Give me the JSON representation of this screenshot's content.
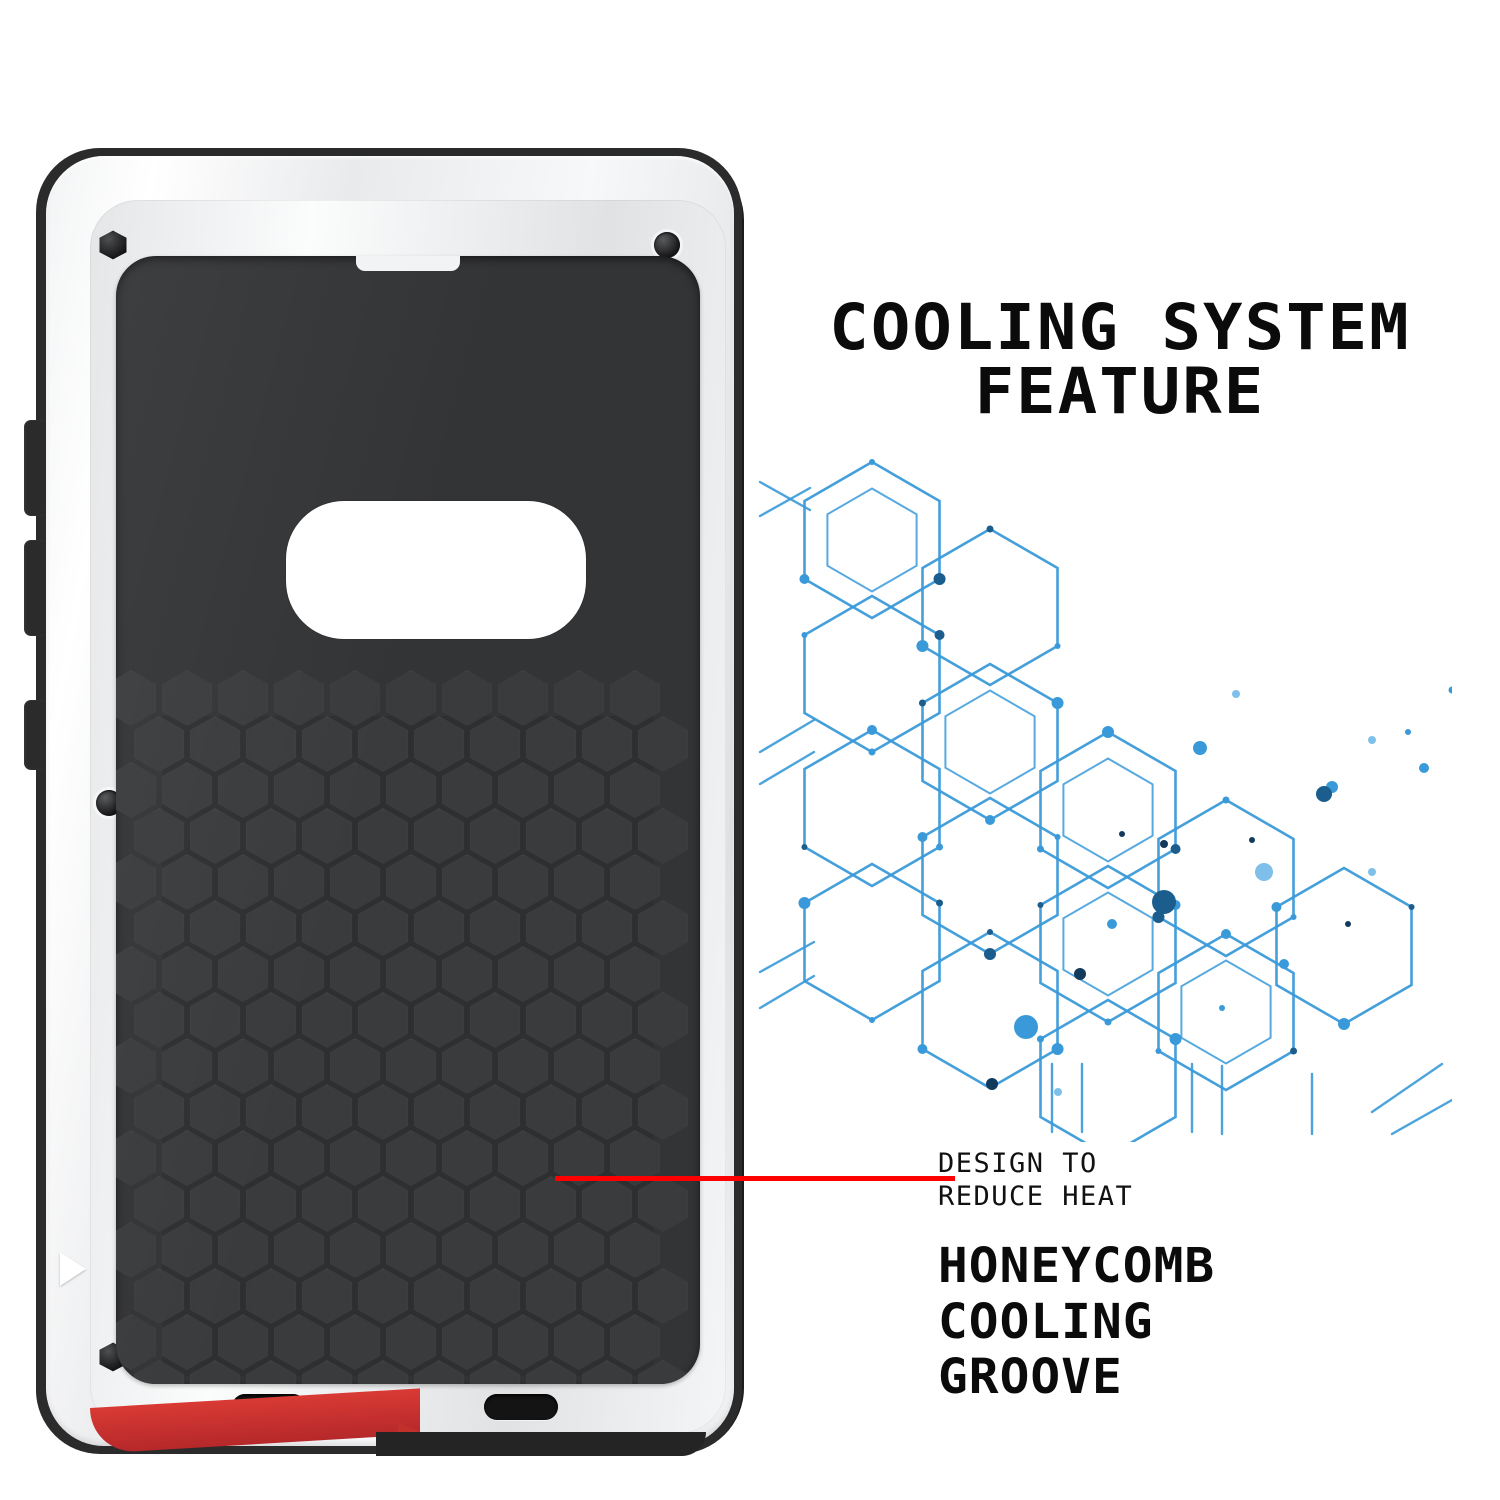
{
  "page": {
    "background_color": "#ffffff",
    "product": "rugged metal phone case"
  },
  "headline": {
    "line1": "COOLING SYSTEM",
    "line2": "FEATURE"
  },
  "callout": {
    "pointer_color": "#fe0000",
    "sub_line1": "DESIGN TO",
    "sub_line2": "REDUCE HEAT",
    "main_line1": "HONEYCOMB",
    "main_line2": "COOLING",
    "main_line3": "GROOVE"
  },
  "case": {
    "frame_color": "#e9eaec",
    "rubber_color": "#2b2b2b",
    "panel_color": "#333436",
    "accent_color": "#c2302c",
    "honeycomb_cell_color": "#3a3b3d",
    "camera_cutout_color": "#ffffff"
  },
  "graphic": {
    "type": "hexagon-network",
    "line_color": "#3a9ad9",
    "node_light": "#7fc0ea",
    "node_mid": "#3a9ad9",
    "node_dark": "#1b5d8c",
    "node_navy": "#123a5c"
  }
}
